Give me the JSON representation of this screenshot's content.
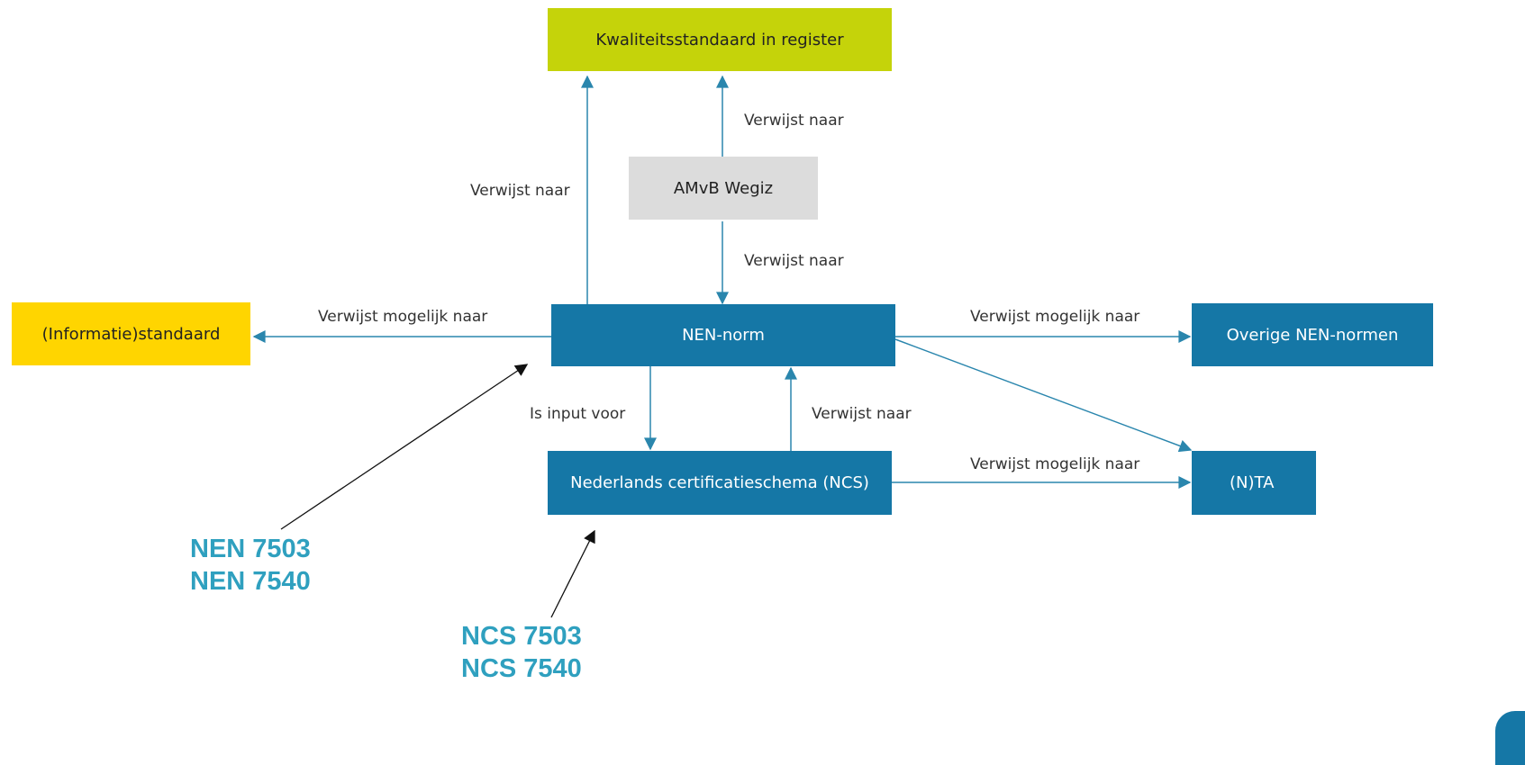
{
  "colors": {
    "blue": "#1577a6",
    "lime": "#c5d30a",
    "yellow": "#ffd500",
    "grey": "#dcdcdc",
    "teal_annotation": "#2fa0bf",
    "line": "#2a86ad",
    "black_arrow": "#111111"
  },
  "boxes": {
    "kwaliteit": "Kwaliteitsstandaard in register",
    "amvb": "AMvB Wegiz",
    "nen_norm": "NEN-norm",
    "informatie": "(Informatie)standaard",
    "overige": "Overige NEN-normen",
    "ncs": "Nederlands certificatieschema (NCS)",
    "nta": "(N)TA"
  },
  "labels": {
    "amvb_to_kwaliteit": "Verwijst naar",
    "nen_to_kwaliteit": "Verwijst naar",
    "amvb_to_nen": "Verwijst naar",
    "nen_to_informatie": "Verwijst mogelijk naar",
    "nen_to_overige": "Verwijst mogelijk naar",
    "nen_to_ncs": "Is input voor",
    "ncs_to_nen": "Verwijst naar",
    "ncs_to_nta": "Verwijst mogelijk naar"
  },
  "annotations": {
    "nen": [
      "NEN 7503",
      "NEN 7540"
    ],
    "ncs": [
      "NCS 7503",
      "NCS 7540"
    ]
  }
}
